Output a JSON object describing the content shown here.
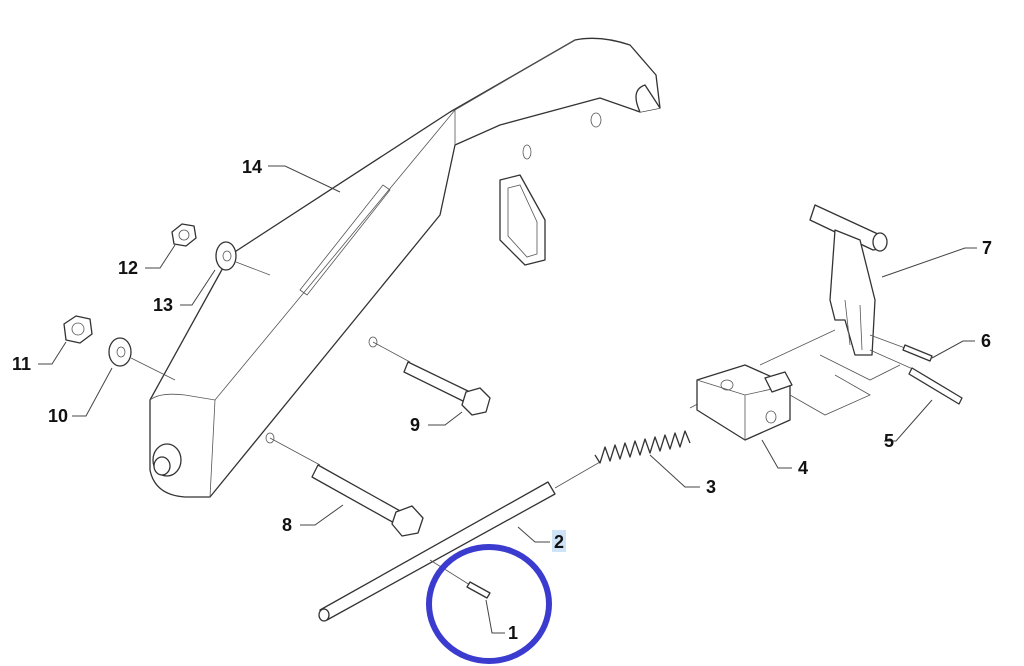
{
  "diagram": {
    "type": "exploded-parts-diagram",
    "callouts": {
      "p1": "1",
      "p2": "2",
      "p3": "3",
      "p4": "4",
      "p5": "5",
      "p6": "6",
      "p7": "7",
      "p8": "8",
      "p9": "9",
      "p10": "10",
      "p11": "11",
      "p12": "12",
      "p13": "13",
      "p14": "14"
    },
    "highlighted_callout": "2",
    "circled_callout": "1",
    "colors": {
      "circle": "#3b3bcf",
      "highlight": "#cfe3f7",
      "line": "#333333"
    }
  }
}
